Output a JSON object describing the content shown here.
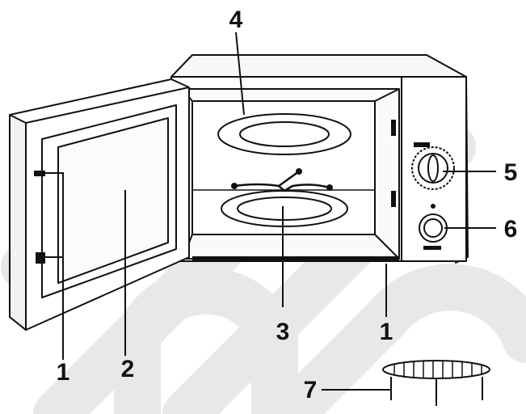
{
  "diagram": {
    "callouts": [
      {
        "id": "door-latch-left",
        "text": "1"
      },
      {
        "id": "door-window",
        "text": "2"
      },
      {
        "id": "turntable-coupler",
        "text": "3"
      },
      {
        "id": "glass-tray",
        "text": "4"
      },
      {
        "id": "timer-knob",
        "text": "5"
      },
      {
        "id": "power-knob",
        "text": "6"
      },
      {
        "id": "door-latch-right",
        "text": "1"
      },
      {
        "id": "grill-rack",
        "text": "7"
      }
    ]
  },
  "colors": {
    "line": "#111111",
    "watermark": "#e6e6e6",
    "background": "#ffffff"
  }
}
